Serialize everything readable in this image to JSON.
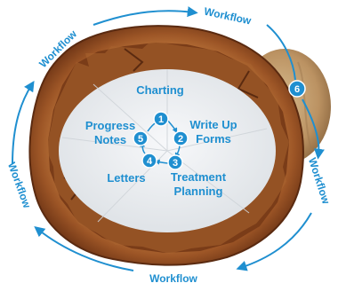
{
  "cycle": {
    "labels": [
      "Workflow",
      "Workflow",
      "Workflow",
      "Workflow",
      "Workflow",
      "Workflow"
    ],
    "step6": "6"
  },
  "center": {
    "charting": "Charting",
    "items": [
      {
        "num": "1",
        "label": ""
      },
      {
        "num": "2",
        "label_line1": "Write Up",
        "label_line2": "Forms"
      },
      {
        "num": "3",
        "label_line1": "Treatment",
        "label_line2": "Planning"
      },
      {
        "num": "4",
        "label": "Letters"
      },
      {
        "num": "5",
        "label_line1": "Progress",
        "label_line2": "Notes"
      }
    ]
  },
  "colors": {
    "accent": "#1f8fd0",
    "shell_dark": "#6b3413",
    "shell_mid": "#a85f2c",
    "shell_light": "#d49a63",
    "center_fill": "#eef0f2"
  }
}
